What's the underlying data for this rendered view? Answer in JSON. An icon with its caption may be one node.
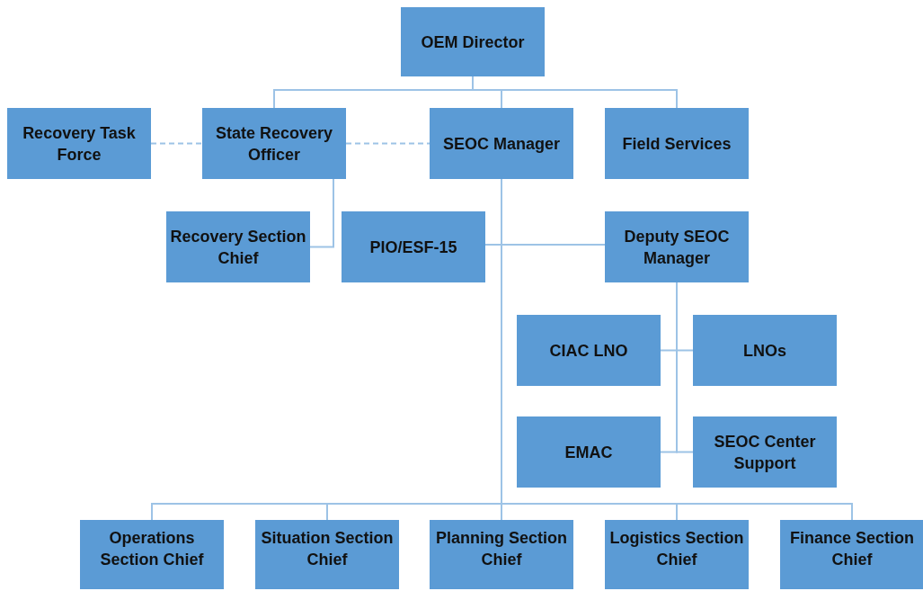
{
  "diagram": {
    "nodes": [
      {
        "text": [
          "OEM Director"
        ]
      },
      {
        "text": [
          "Recovery Task Force"
        ]
      },
      {
        "text": [
          "State Recovery Officer"
        ]
      },
      {
        "text": [
          "SEOC Manager"
        ]
      },
      {
        "text": [
          "Field Services"
        ]
      },
      {
        "text": [
          "Recovery Section Chief"
        ]
      },
      {
        "text": [
          "PIO/ESF-15"
        ]
      },
      {
        "text": [
          "Deputy SEOC Manager"
        ]
      },
      {
        "text": [
          "CIAC LNO"
        ]
      },
      {
        "text": [
          "LNOs"
        ]
      },
      {
        "text": [
          "EMAC"
        ]
      },
      {
        "text": [
          "SEOC Center Support"
        ]
      },
      {
        "text": [
          "Operations Section Chief"
        ]
      },
      {
        "text": [
          "Situation Section Chief"
        ]
      },
      {
        "text": [
          "Planning Section Chief"
        ]
      },
      {
        "text": [
          "Logistics Section Chief"
        ]
      },
      {
        "text": [
          "Finance Section Chief"
        ]
      }
    ],
    "edges": [
      {
        "from": 0,
        "to": 2,
        "arrow": "none"
      },
      {
        "from": 0,
        "to": 3,
        "arrow": "none"
      },
      {
        "from": 0,
        "to": 4,
        "arrow": "none"
      },
      {
        "from": 1,
        "to": 2,
        "arrow": "none",
        "style": "dashed"
      },
      {
        "from": 2,
        "to": 3,
        "arrow": "none",
        "style": "dashed"
      },
      {
        "from": 2,
        "to": 5,
        "arrow": "none"
      },
      {
        "from": 3,
        "to": 6,
        "arrow": "none"
      },
      {
        "from": 3,
        "to": 7,
        "arrow": "none"
      },
      {
        "from": 7,
        "to": 8,
        "arrow": "none"
      },
      {
        "from": 7,
        "to": 9,
        "arrow": "none"
      },
      {
        "from": 7,
        "to": 10,
        "arrow": "none"
      },
      {
        "from": 7,
        "to": 11,
        "arrow": "none"
      },
      {
        "from": 3,
        "to": 12,
        "arrow": "none"
      },
      {
        "from": 3,
        "to": 13,
        "arrow": "none"
      },
      {
        "from": 3,
        "to": 14,
        "arrow": "none"
      },
      {
        "from": 3,
        "to": 15,
        "arrow": "none"
      },
      {
        "from": 3,
        "to": 16,
        "arrow": "none"
      }
    ]
  }
}
